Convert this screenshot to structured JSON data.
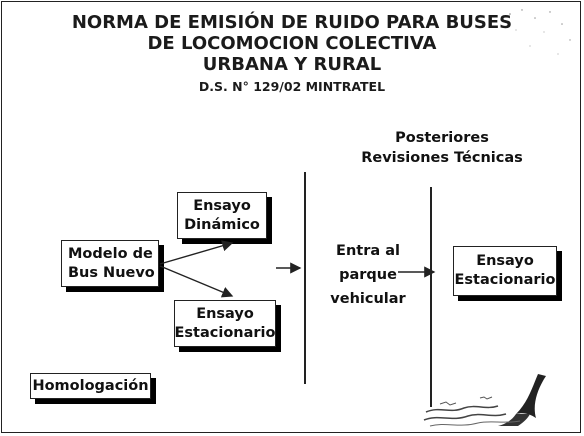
{
  "title": {
    "line1": "NORMA DE EMISIÓN DE RUIDO PARA BUSES",
    "line2": "DE LOCOMOCION COLECTIVA",
    "line3": "URBANA Y RURAL",
    "line4": "D.S. N° 129/02 MINTRATEL"
  },
  "nodes": {
    "modelo": [
      "Modelo de",
      "Bus Nuevo"
    ],
    "dinamico": [
      "Ensayo",
      "Dinámico"
    ],
    "estacionario": [
      "Ensayo",
      "Estacionario"
    ],
    "parque": [
      "Entra al",
      "parque",
      "vehicular"
    ],
    "revisiones": [
      "Posteriores",
      "Revisiones Técnicas"
    ],
    "estacionario2": [
      "Ensayo",
      "Estacionario"
    ],
    "homologacion": "Homologación"
  }
}
